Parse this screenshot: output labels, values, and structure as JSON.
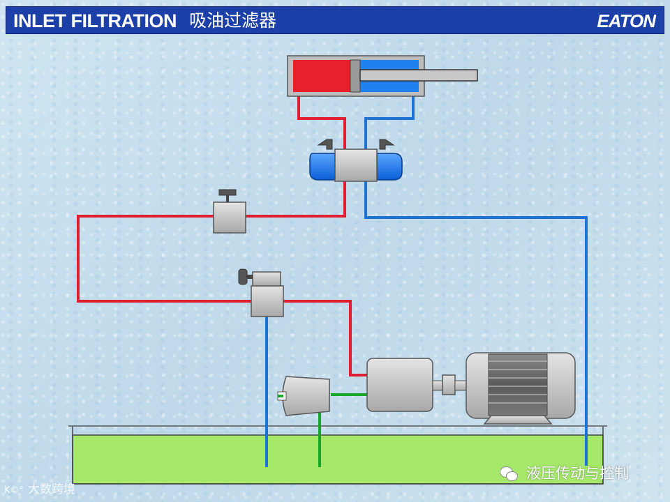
{
  "header": {
    "title_en": "INLET FILTRATION",
    "title_cn": "吸油过滤器",
    "brand": "EATON"
  },
  "watermarks": {
    "left_icon": "K©°",
    "left_text": "大数跨境",
    "right_text": "液压传动与控制"
  },
  "colors": {
    "title_bar": "#1c3fa8",
    "pressure_line": "#e01e32",
    "return_line": "#1e73d2",
    "suction_line": "#18a828",
    "reservoir_fluid": "#a6e86a",
    "component_gray": "#c8c8c8"
  },
  "components": [
    {
      "name": "hydraulic-cylinder",
      "icon": "cylinder"
    },
    {
      "name": "directional-control-valve",
      "icon": "valve"
    },
    {
      "name": "flow-control-valve",
      "icon": "valve"
    },
    {
      "name": "relief-valve",
      "icon": "valve"
    },
    {
      "name": "hydraulic-pump",
      "icon": "pump"
    },
    {
      "name": "electric-motor",
      "icon": "motor"
    },
    {
      "name": "inlet-filter",
      "icon": "filter"
    },
    {
      "name": "reservoir",
      "icon": "tank"
    }
  ]
}
